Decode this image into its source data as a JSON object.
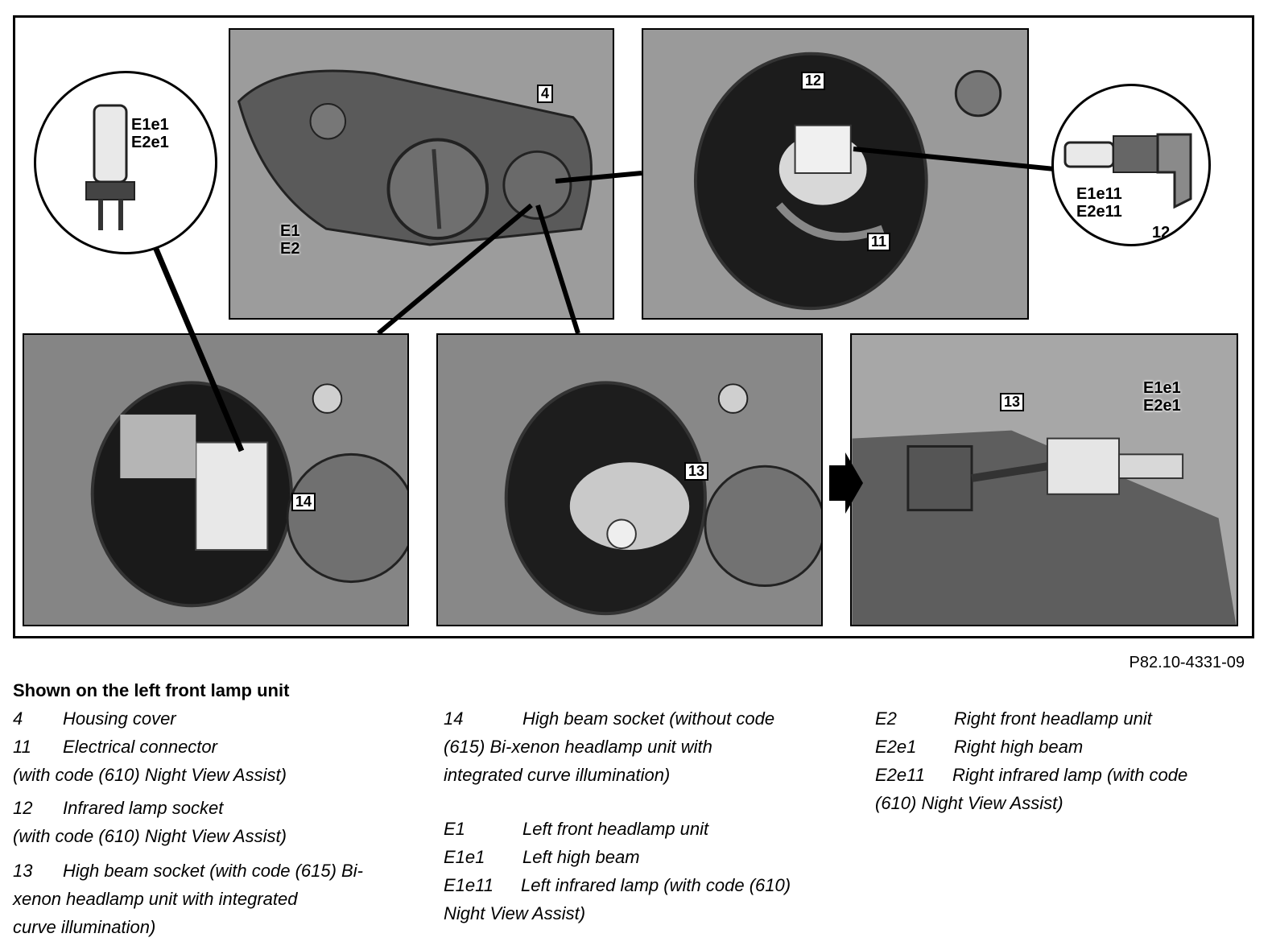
{
  "figure": {
    "reference": "P82.10-4331-09",
    "callouts": {
      "top_left_bulb": [
        "E1e1",
        "E2e1"
      ],
      "housing_unit": [
        "E1",
        "E2"
      ],
      "housing_cover": "4",
      "infrared_socket": "12",
      "connector": "11",
      "right_bulb": [
        "E1e11",
        "E2e11"
      ],
      "right_bulb_connector": "12",
      "high_beam_socket_left": "14",
      "high_beam_socket_mid": "13",
      "detail_socket": "13",
      "detail_bulb": [
        "E1e1",
        "E2e1"
      ]
    }
  },
  "caption": {
    "title": "Shown on the left front lamp unit",
    "col1": [
      {
        "code": "4",
        "text": "Housing cover"
      },
      {
        "code": "11",
        "text": "Electrical connector"
      },
      {
        "code": "",
        "text": "(with code (610) Night View Assist)"
      },
      {
        "code": "12",
        "text": "Infrared lamp socket"
      },
      {
        "code": "",
        "text": "(with code (610) Night View Assist)"
      },
      {
        "code": "13",
        "text": "High beam socket (with code (615) Bi-"
      },
      {
        "code": "",
        "text": "xenon headlamp unit with integrated"
      },
      {
        "code": "",
        "text": "curve illumination)"
      }
    ],
    "col2": [
      {
        "code": "14",
        "text": "High beam socket (without code"
      },
      {
        "code": "",
        "text": "(615) Bi-xenon headlamp unit with"
      },
      {
        "code": "",
        "text": "integrated curve illumination)"
      },
      {
        "code": "E1",
        "text": "Left front headlamp unit"
      },
      {
        "code": "E1e1",
        "text": "Left high beam"
      },
      {
        "code": "E1e11",
        "text": "Left infrared lamp (with code (610)"
      },
      {
        "code": "",
        "text": "Night View Assist)"
      }
    ],
    "col3": [
      {
        "code": "E2",
        "text": "Right front headlamp unit"
      },
      {
        "code": "E2e1",
        "text": "Right high beam"
      },
      {
        "code": "E2e11",
        "text": "Right infrared lamp (with code"
      },
      {
        "code": "",
        "text": "(610) Night View Assist)"
      }
    ]
  }
}
